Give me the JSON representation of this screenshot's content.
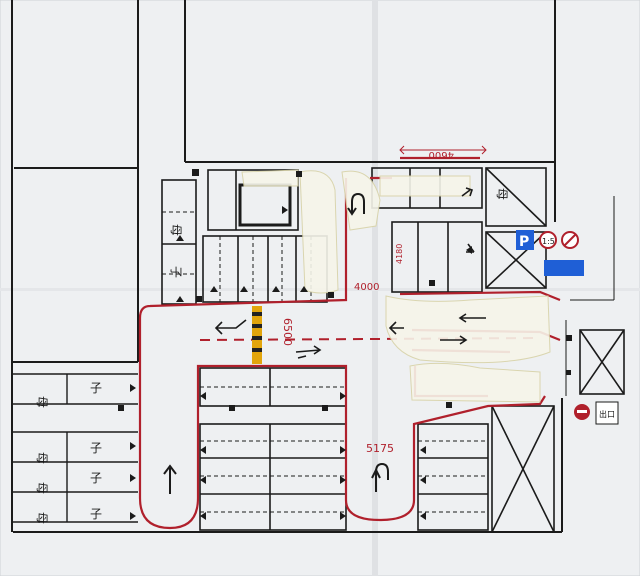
{
  "plan": {
    "dimensions": {
      "top_width": "4600",
      "ramp_width": "4000",
      "side_gap": "4180",
      "aisle_width": "6500",
      "lower_aisle": "5175"
    },
    "labels": {
      "mother_spot": "母",
      "child_spot": "子",
      "sign_p": "P",
      "exit_sign": "出口",
      "info_sign": "1:5"
    },
    "colors": {
      "paper": "#eef0f2",
      "ink": "#1b1b1b",
      "red_ink": "#b0202c",
      "yellow_marker": "#e2a50c",
      "blue_sign": "#1f5fd6"
    },
    "icons": [
      "u-turn-arrow-icon",
      "up-arrow-icon",
      "direction-arrow-icon",
      "parking-sign-icon",
      "no-entry-icon",
      "height-limit-icon",
      "exit-sign-icon"
    ]
  }
}
